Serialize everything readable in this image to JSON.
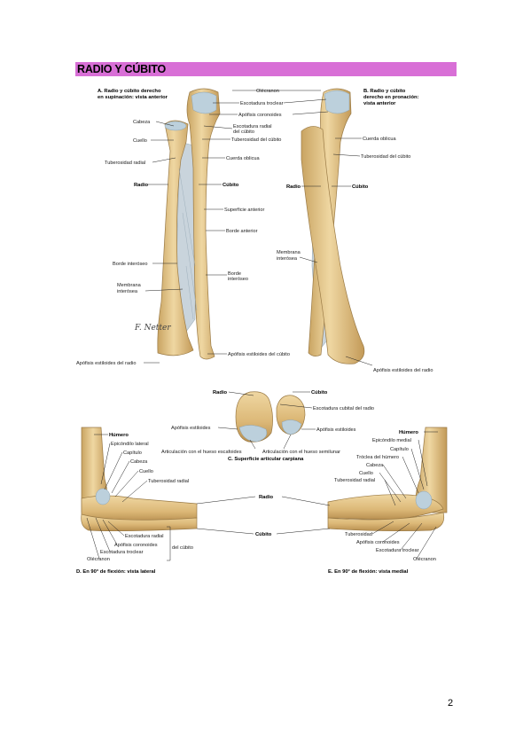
{
  "heading": "RADIO Y CÚBITO",
  "page_number": "2",
  "panel_a": {
    "title_line1": "A. Radio y cúbito derecho",
    "title_line2": "en supinación: vista anterior",
    "labels": {
      "olecranon": "Olécranon",
      "escotadura_troclear": "Escotadura troclear",
      "apofisis_coronoides": "Apófisis coronoides",
      "escotadura_radial_1": "Escotadura radial",
      "escotadura_radial_2": "del cúbito",
      "cabeza": "Cabeza",
      "cuello": "Cuello",
      "tuberosidad_cubito": "Tuberosidad del cúbito",
      "tuberosidad_radial": "Tuberosidad radial",
      "cuerda_oblicua": "Cuerda oblicua",
      "radio": "Radio",
      "cubito": "Cúbito",
      "superficie_anterior": "Superficie anterior",
      "borde_anterior": "Borde anterior",
      "borde_interoseo": "Borde interóseo",
      "borde_interoseo_r1": "Borde",
      "borde_interoseo_r2": "interóseo",
      "membrana_1": "Membrana",
      "membrana_2": "interósea",
      "apofisis_estiloides_cubito": "Apófisis estiloides del cúbito",
      "apofisis_estiloides_radio": "Apófisis estiloides del radio"
    }
  },
  "panel_b": {
    "title_line1": "B. Radio y cúbito",
    "title_line2": "derecho en pronación:",
    "title_line3": "vista anterior",
    "labels": {
      "cuerda_oblicua": "Cuerda oblicua",
      "tuberosidad_cubito": "Tuberosidad del cúbito",
      "radio": "Radio",
      "cubito": "Cúbito",
      "membrana_1": "Membrana",
      "membrana_2": "interósea",
      "apofisis_estiloides_radio": "Apófisis estiloides del radio"
    }
  },
  "panel_c": {
    "title": "C. Superficie articular carpiana",
    "labels": {
      "radio": "Radio",
      "cubito": "Cúbito",
      "escotadura_cubital": "Escotadura cubital del radio",
      "apofisis_estiloides_left": "Apófisis estiloides",
      "apofisis_estiloides_right": "Apófisis estiloides",
      "art_escafoides": "Articulación con el hueso escafoides",
      "art_semilunar": "Articulación con el hueso semilunar"
    }
  },
  "panel_d": {
    "title": "D. En 90° de flexión: vista lateral",
    "labels": {
      "humero": "Húmero",
      "epicondilo_lateral": "Epicóndilo lateral",
      "capitulo": "Capítulo",
      "cabeza": "Cabeza",
      "cuello": "Cuello",
      "tuberosidad_radial": "Tuberosidad radial",
      "escotadura_radial": "Escotadura radial",
      "apofisis_coronoides": "Apófisis coronoides",
      "escotadura_troclear": "Escotadura troclear",
      "olecranon": "Olécranon",
      "del_cubito": "del cúbito"
    }
  },
  "center_labels": {
    "radio": "Radio",
    "cubito": "Cúbito"
  },
  "panel_e": {
    "title": "E. En 90° de flexión: vista medial",
    "labels": {
      "humero": "Húmero",
      "epicondilo_medial": "Epicóndilo medial",
      "capitulo": "Capítulo",
      "troclea": "Tróclea del húmero",
      "cabeza": "Cabeza",
      "cuello": "Cuello",
      "tuberosidad_radial": "Tuberosidad radial",
      "tuberosidad": "Tuberosidad",
      "apofisis_coronoides": "Apófisis coronoides",
      "escotadura_troclear": "Escotadura troclear",
      "olecranon": "Olécranon"
    }
  },
  "colors": {
    "banner": "#d86fd6",
    "bone": "#e9cd93",
    "bone_dark": "#c9a462",
    "cartilage": "#bcd0dc",
    "membrane": "#c9d4dc"
  }
}
